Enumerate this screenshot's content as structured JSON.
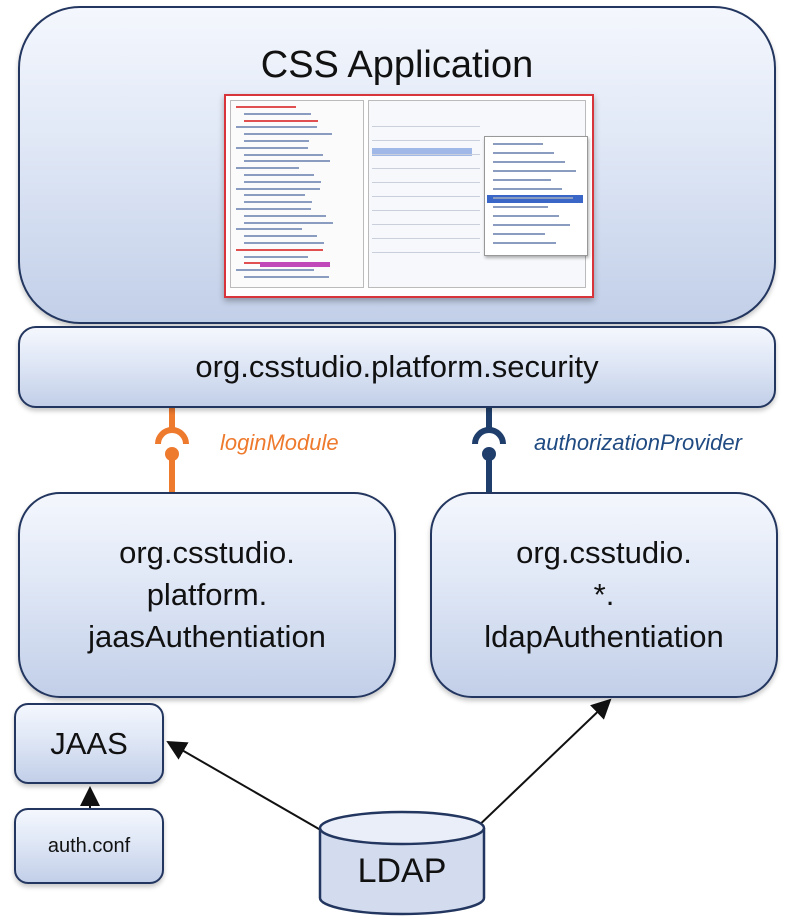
{
  "app": {
    "title": "CSS Application"
  },
  "security": {
    "label": "org.csstudio.platform.security"
  },
  "interfaces": {
    "login_module": "loginModule",
    "authorization_provider": "authorizationProvider"
  },
  "jaas_auth": {
    "line1": "org.csstudio.",
    "line2": "platform.",
    "line3": "jaasAuthentiation"
  },
  "ldap_auth": {
    "line1": "org.csstudio.",
    "line2": "*.",
    "line3": "ldapAuthentiation"
  },
  "jaas": {
    "label": "JAAS"
  },
  "auth_conf": {
    "label": "auth.conf"
  },
  "ldap": {
    "label": "LDAP"
  },
  "colors": {
    "login_module": "#ee7a2e",
    "authorization_provider": "#1f4a82",
    "box_border": "#23365f",
    "box_fill": "#dfe7f6"
  }
}
